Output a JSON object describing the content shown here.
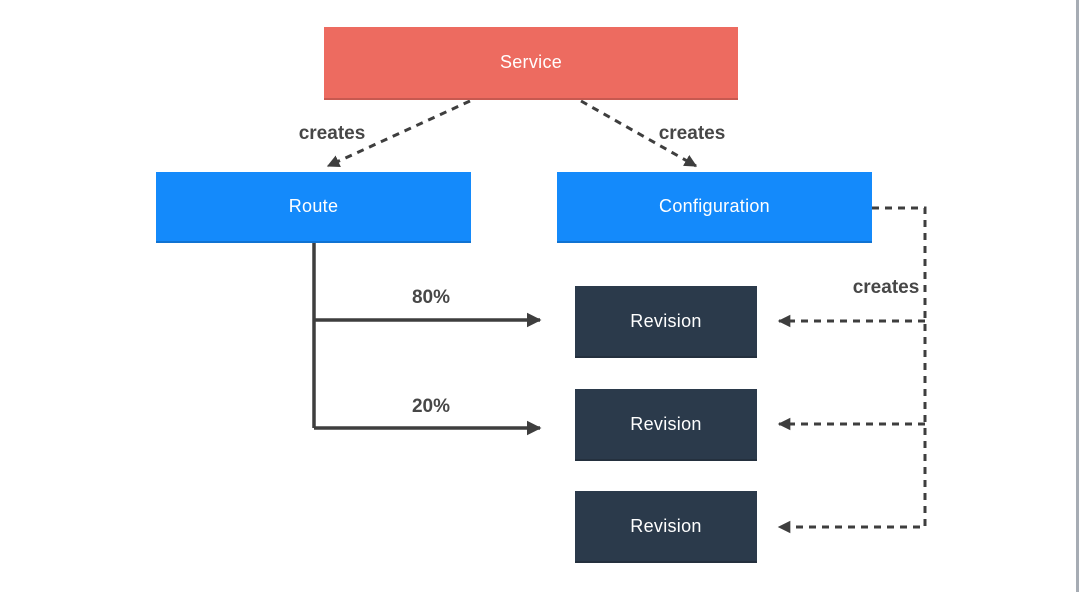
{
  "diagram": {
    "nodes": [
      {
        "id": "service",
        "label": "Service",
        "color": "#ED6B60"
      },
      {
        "id": "route",
        "label": "Route",
        "color": "#148AFB"
      },
      {
        "id": "configuration",
        "label": "Configuration",
        "color": "#148AFB"
      },
      {
        "id": "revision-1",
        "label": "Revision",
        "color": "#2B3A4B"
      },
      {
        "id": "revision-2",
        "label": "Revision",
        "color": "#2B3A4B"
      },
      {
        "id": "revision-3",
        "label": "Revision",
        "color": "#2B3A4B"
      }
    ],
    "edges": [
      {
        "from": "service",
        "to": "route",
        "label": "creates",
        "style": "dashed"
      },
      {
        "from": "service",
        "to": "configuration",
        "label": "creates",
        "style": "dashed"
      },
      {
        "from": "route",
        "to": "revision-1",
        "label": "80%",
        "style": "solid"
      },
      {
        "from": "route",
        "to": "revision-2",
        "label": "20%",
        "style": "solid"
      },
      {
        "from": "configuration",
        "to": "revision-1",
        "label": "creates",
        "style": "dashed"
      },
      {
        "from": "configuration",
        "to": "revision-2",
        "label": "",
        "style": "dashed"
      },
      {
        "from": "configuration",
        "to": "revision-3",
        "label": "",
        "style": "dashed"
      }
    ],
    "labels": {
      "creates_route": "creates",
      "creates_configuration": "creates",
      "creates_revisions": "creates",
      "traffic_80": "80%",
      "traffic_20": "20%"
    },
    "colors": {
      "service_fill": "#ED6B60",
      "route_fill": "#148AFB",
      "configuration_fill": "#148AFB",
      "revision_fill": "#2B3A4B",
      "node_text": "#FFFFFF",
      "edge_stroke": "#3E3E3E",
      "edge_label_text": "#474747",
      "background": "#FFFFFF",
      "window_edge": "#A6ACB4"
    }
  }
}
